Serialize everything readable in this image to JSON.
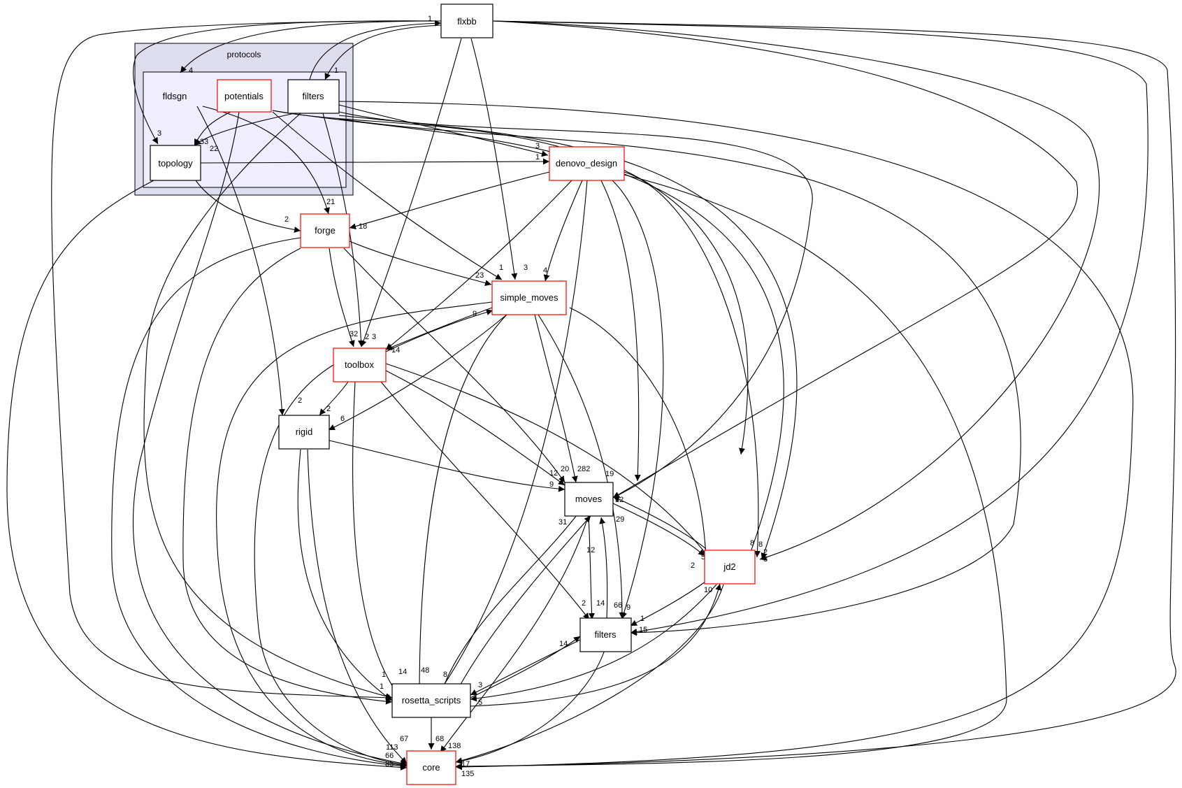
{
  "graph": {
    "clusters": {
      "protocols": "protocols"
    },
    "colors": {
      "outer_cluster_fill": "#dddeed",
      "inner_cluster_fill": "#eeeeff",
      "red_border": "#ff0000",
      "black_border": "#000000"
    },
    "nodes": {
      "flxbb": "flxbb",
      "fldsgn": "fldsgn",
      "potentials": "potentials",
      "filters_inner": "filters",
      "topology": "topology",
      "denovo_design": "denovo_design",
      "forge": "forge",
      "simple_moves": "simple_moves",
      "toolbox": "toolbox",
      "rigid": "rigid",
      "moves": "moves",
      "jd2": "jd2",
      "filters_outer": "filters",
      "rosetta_scripts": "rosetta_scripts",
      "core": "core"
    },
    "edge_labels": {
      "l_1_flxbb": "1",
      "l_4_fldsgn": "4",
      "l_1_filters": "1",
      "l_3_topology": "3",
      "l_33_topology": "33",
      "l_22_topology": "22",
      "l_3_denovo": "3",
      "l_1_denovo": "1",
      "l_21_forge": "21",
      "l_2_forge": "2",
      "l_18_forge": "18",
      "l_23_simple": "23",
      "l_1_simple": "1",
      "l_3_simple": "3",
      "l_4_simple": "4",
      "l_9_simple": "9",
      "l_32_toolbox": "32",
      "l_2_toolbox": "2",
      "l_3_toolbox": "3",
      "l_14_toolbox": "14",
      "l_2_rigid_a": "2",
      "l_2_rigid_b": "2",
      "l_6_rigid": "6",
      "l_12_moves": "12",
      "l_20_moves": "20",
      "l_282_moves": "282",
      "l_19_moves": "19",
      "l_9_moves": "9",
      "l_32_moves": "32",
      "l_29_moves": "29",
      "l_31_moves": "31",
      "l_12b_moves": "12",
      "l_5_jd2": "5",
      "l_9_jd2": "9",
      "l_2_jd2": "2",
      "l_8_jd2": "8",
      "l_8b_jd2": "8",
      "l_2b_jd2": "2",
      "l_8c_jd2": "8",
      "l_10_jd2": "10",
      "l_2_filters": "2",
      "l_14_filters": "14",
      "l_66_filters": "66",
      "l_9_filters": "9",
      "l_1_filters_o": "1",
      "l_15_filters": "15",
      "l_14b_filters": "14",
      "l_1_rs": "1",
      "l_1b_rs": "1",
      "l_14_rs": "14",
      "l_48_rs": "48",
      "l_8_rs": "8",
      "l_3_rs": "3",
      "l_5_rs": "5",
      "l_67_core": "67",
      "l_113_core": "113",
      "l_68_core": "68",
      "l_138_core": "138",
      "l_66_core": "66",
      "l_85_core": "85",
      "l_17_core": "17",
      "l_135_core": "135"
    }
  }
}
